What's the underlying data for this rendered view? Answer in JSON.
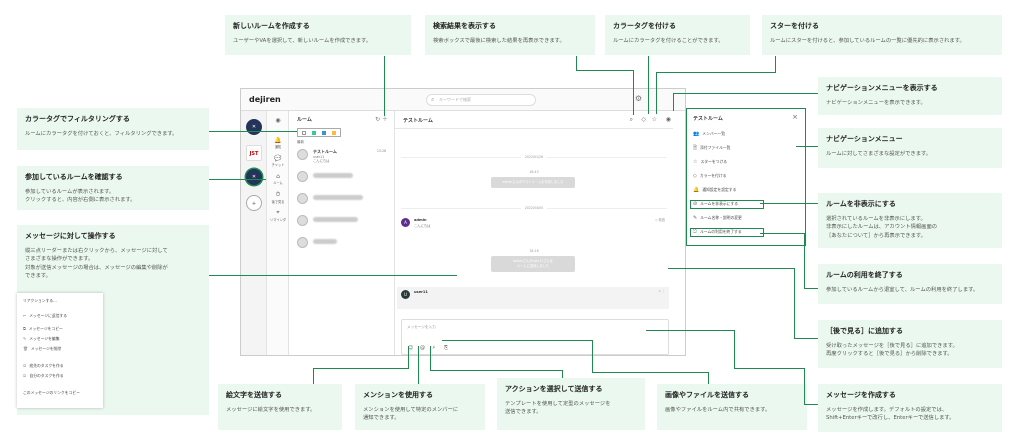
{
  "annotations": {
    "new_room": {
      "title": "新しいルームを作成する",
      "desc": "ユーザーやVAを選択して、新しいルームを作成できます。"
    },
    "search_results": {
      "title": "検索結果を表示する",
      "desc": "検索ボックスで最後に検索した結果を再表示できます。"
    },
    "color_tag": {
      "title": "カラータグを付ける",
      "desc": "ルームにカラータグを付けることができます。"
    },
    "star": {
      "title": "スターを付ける",
      "desc": "ルームにスターを付けると、参加しているルームの一覧に優先的に表示されます。"
    },
    "nav_show": {
      "title": "ナビゲーションメニューを表示する",
      "desc": "ナビゲーションメニューを表示できます。"
    },
    "tag_filter": {
      "title": "カラータグでフィルタリングする",
      "desc": "ルームにカラータグを付けておくと、フィルタリングできます。"
    },
    "nav_menu": {
      "title": "ナビゲーションメニュー",
      "desc": "ルームに対してさまざまな設定ができます。"
    },
    "rooms": {
      "title": "参加しているルームを確認する",
      "desc": "参加しているルームが表示されます。\nクリックすると、内容が右側に表示されます。"
    },
    "hide_room": {
      "title": "ルームを非表示にする",
      "desc": "選択されているルームを非表示にします。\n非表示にしたルームは、アカウント情報画面の\n［あなたについて］から再表示できます。"
    },
    "msg_ops": {
      "title": "メッセージに対して操作する",
      "desc": "縦三点リーダーまたは右クリックから、メッセージに対して\nさまざまな操作ができます。\n対象が送信メッセージの場合は、メッセージの編集や削除が\nできます。"
    },
    "end_room": {
      "title": "ルームの利用を終了する",
      "desc": "参加しているルームから退室して、ルームの利用を終了します。"
    },
    "later": {
      "title": "［後で見る］に追加する",
      "desc": "受け取ったメッセージを［後で見る］に追加できます。\n再度クリックすると［後で見る］から削除できます。"
    },
    "compose": {
      "title": "メッセージを作成する",
      "desc": "メッセージを作成します。デフォルトの設定では、\nShift+Enterキーで改行し、Enterキーで送信します。"
    },
    "emoji": {
      "title": "絵文字を送信する",
      "desc": "メッセージに絵文字を使用できます。"
    },
    "mention": {
      "title": "メンションを使用する",
      "desc": "メンションを使用して特定のメンバーに\n通知できます。"
    },
    "action": {
      "title": "アクションを選択して送信する",
      "desc": "テンプレートを使用して定型のメッセージを\n送信できます。"
    },
    "file": {
      "title": "画像やファイルを送信する",
      "desc": "画像やファイルをルーム内で共有できます。"
    }
  },
  "app": {
    "logo": "dejiren",
    "search_placeholder": "キーワードで検索",
    "menu": {
      "notify": "通知",
      "chat": "チャット",
      "room": "ルーム",
      "later": "後で見る",
      "remind": "リマインダ"
    },
    "room_list": {
      "header": "ルーム",
      "group": "最新",
      "room_name": "テストルーム",
      "room_user": "user11",
      "room_text": "こんにちは",
      "room_time": "15:26"
    },
    "chat": {
      "title": "テストルーム",
      "date1": "2022/01/26",
      "time1": "18:43",
      "sys1": "adminさんがテストルームを作成しました",
      "date2": "2022/04/05",
      "msg1_name": "admin",
      "msg1_text": "こんにちは",
      "time2": "18:18",
      "sys2": "adminさんがuser11さんを\nルームに招待しました",
      "msg2_name": "user11",
      "input_placeholder": "メッセージを入力"
    },
    "nav": {
      "title": "テストルーム",
      "items": [
        "メンバー一覧",
        "添付ファイル一覧",
        "スターをつける",
        "カラーを付ける",
        "通知設定を設定する",
        "ルームを非表示にする",
        "ルーム名称・説明の変更",
        "ルームの利用を終了する"
      ]
    }
  },
  "reaction_menu": {
    "items": [
      "リアクションする...",
      "メッセージに返信する",
      "メッセージをコピー",
      "メッセージを編集",
      "メッセージを削除",
      "宛先のタスクを作る",
      "自分のタスクを作る",
      "このメッセージのリンクをコピー"
    ]
  },
  "colors": {
    "accent": "#1f8a4f",
    "annotation_bg": "#eaf8ef"
  }
}
